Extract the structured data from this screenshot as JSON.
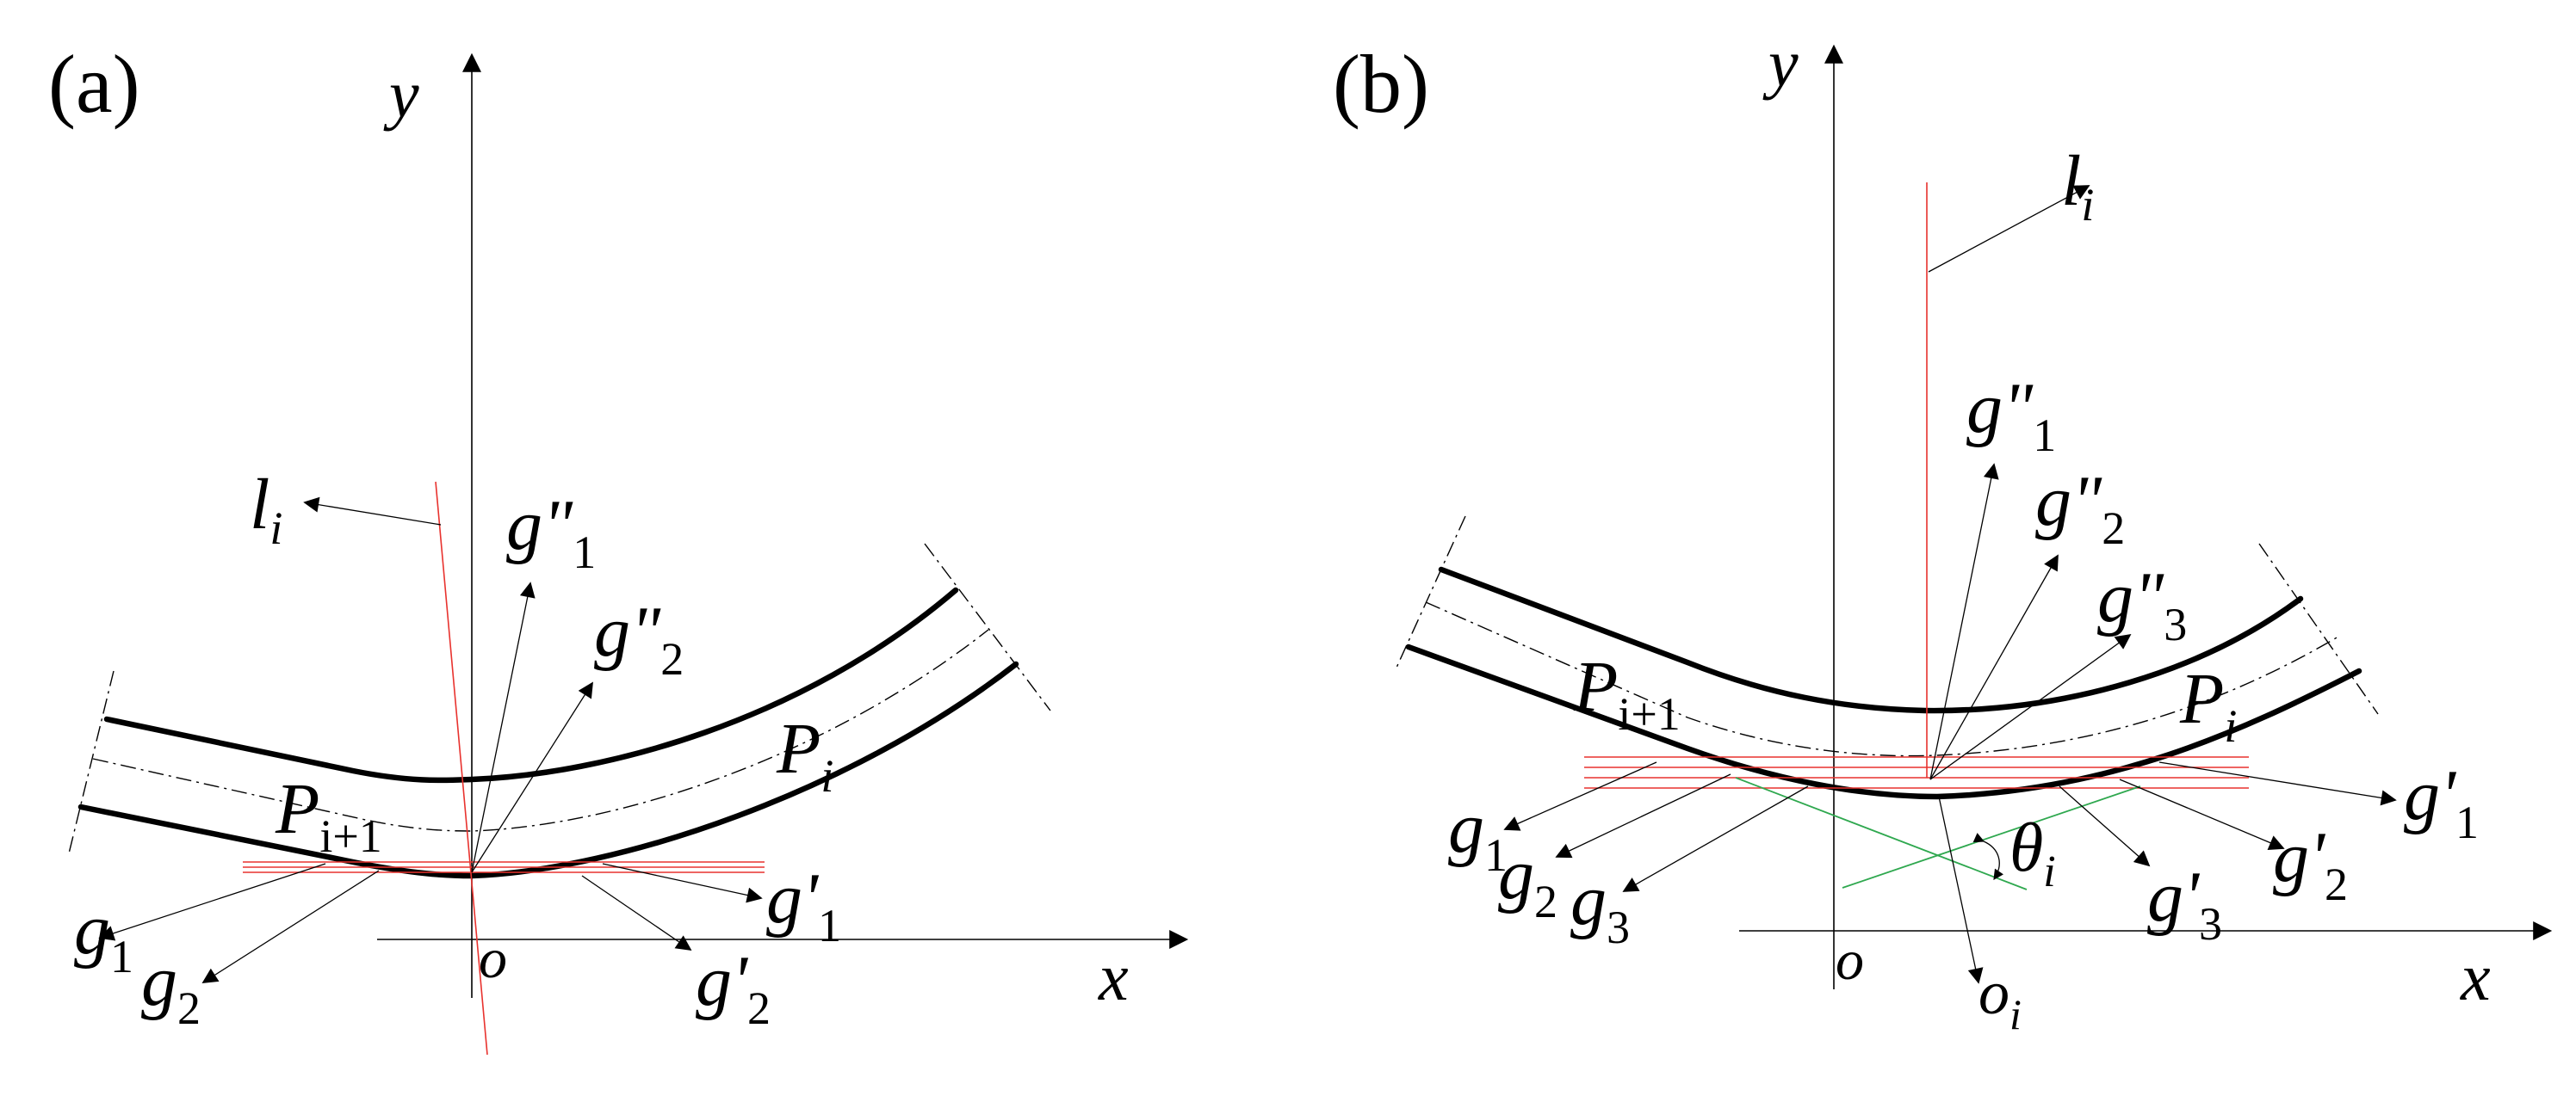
{
  "panel_a": {
    "label": "(a)",
    "y_axis": "y",
    "x_axis": "x",
    "origin": "o",
    "line_l": {
      "base": "l",
      "sub": "i"
    },
    "curve_upper": {
      "base": "P",
      "sub": "i"
    },
    "curve_lower": {
      "base": "P",
      "sub": "i+1"
    },
    "g1": {
      "base": "g",
      "sub": "1"
    },
    "g2": {
      "base": "g",
      "sub": "2"
    },
    "gp1": {
      "base": "g'",
      "sub": "1"
    },
    "gp2": {
      "base": "g'",
      "sub": "2"
    },
    "gpp1": {
      "base": "g\"",
      "sub": "1"
    },
    "gpp2": {
      "base": "g\"",
      "sub": "2"
    }
  },
  "panel_b": {
    "label": "(b)",
    "y_axis": "y",
    "x_axis": "x",
    "origin": "o",
    "line_l": {
      "base": "l",
      "sub": "i"
    },
    "center": {
      "base": "o",
      "sub": "i"
    },
    "angle": {
      "base": "θ",
      "sub": "i"
    },
    "curve_upper": {
      "base": "P",
      "sub": "i"
    },
    "curve_lower": {
      "base": "P",
      "sub": "i+1"
    },
    "g1": {
      "base": "g",
      "sub": "1"
    },
    "g2": {
      "base": "g",
      "sub": "2"
    },
    "g3": {
      "base": "g",
      "sub": "3"
    },
    "gp1": {
      "base": "g'",
      "sub": "1"
    },
    "gp2": {
      "base": "g'",
      "sub": "2"
    },
    "gp3": {
      "base": "g'",
      "sub": "3"
    },
    "gpp1": {
      "base": "g\"",
      "sub": "1"
    },
    "gpp2": {
      "base": "g\"",
      "sub": "2"
    },
    "gpp3": {
      "base": "g\"",
      "sub": "3"
    }
  },
  "colors": {
    "line": "#000000",
    "red": "#e8322e",
    "green": "#2fa84f"
  }
}
